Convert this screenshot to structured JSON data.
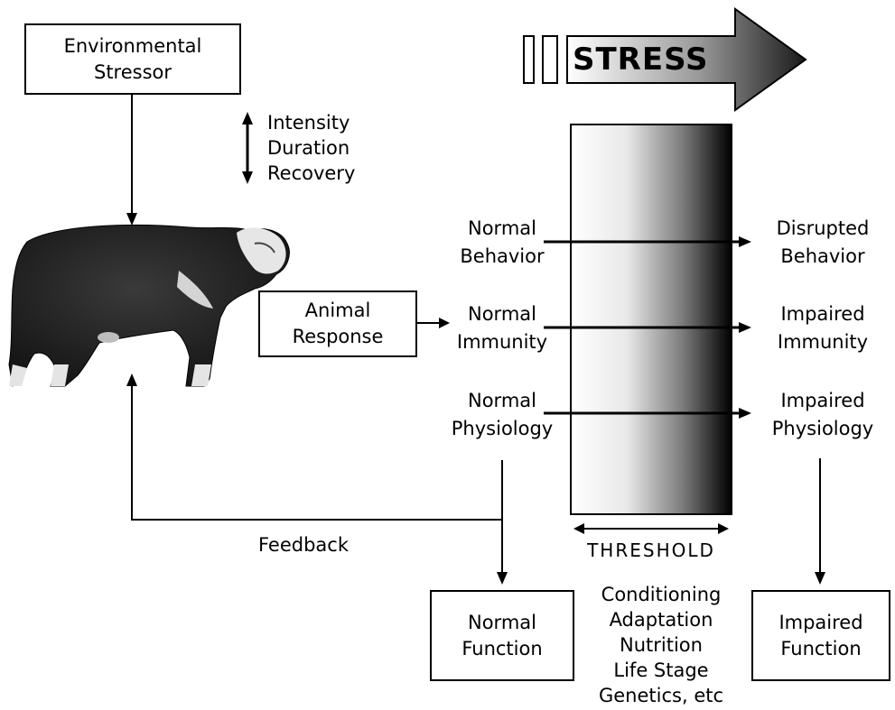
{
  "nodes": {
    "environmental_stressor": [
      "Environmental",
      "Stressor"
    ],
    "animal_response": [
      "Animal",
      "Response"
    ],
    "normal_function": [
      "Normal",
      "Function"
    ],
    "impaired_function": [
      "Impaired",
      "Function"
    ]
  },
  "stress_banner": {
    "label": "STRESS"
  },
  "stressor_factors": [
    "Intensity",
    "Duration",
    "Recovery"
  ],
  "normal_states": [
    [
      "Normal",
      "Behavior"
    ],
    [
      "Normal",
      "Immunity"
    ],
    [
      "Normal",
      "Physiology"
    ]
  ],
  "impaired_states": [
    [
      "Disrupted",
      "Behavior"
    ],
    [
      "Impaired",
      "Immunity"
    ],
    [
      "Impaired",
      "Physiology"
    ]
  ],
  "threshold_label": "THRESHOLD",
  "feedback_label": "Feedback",
  "modifiers": [
    "Conditioning",
    "Adaptation",
    "Nutrition",
    "Life Stage",
    "Genetics, etc"
  ]
}
